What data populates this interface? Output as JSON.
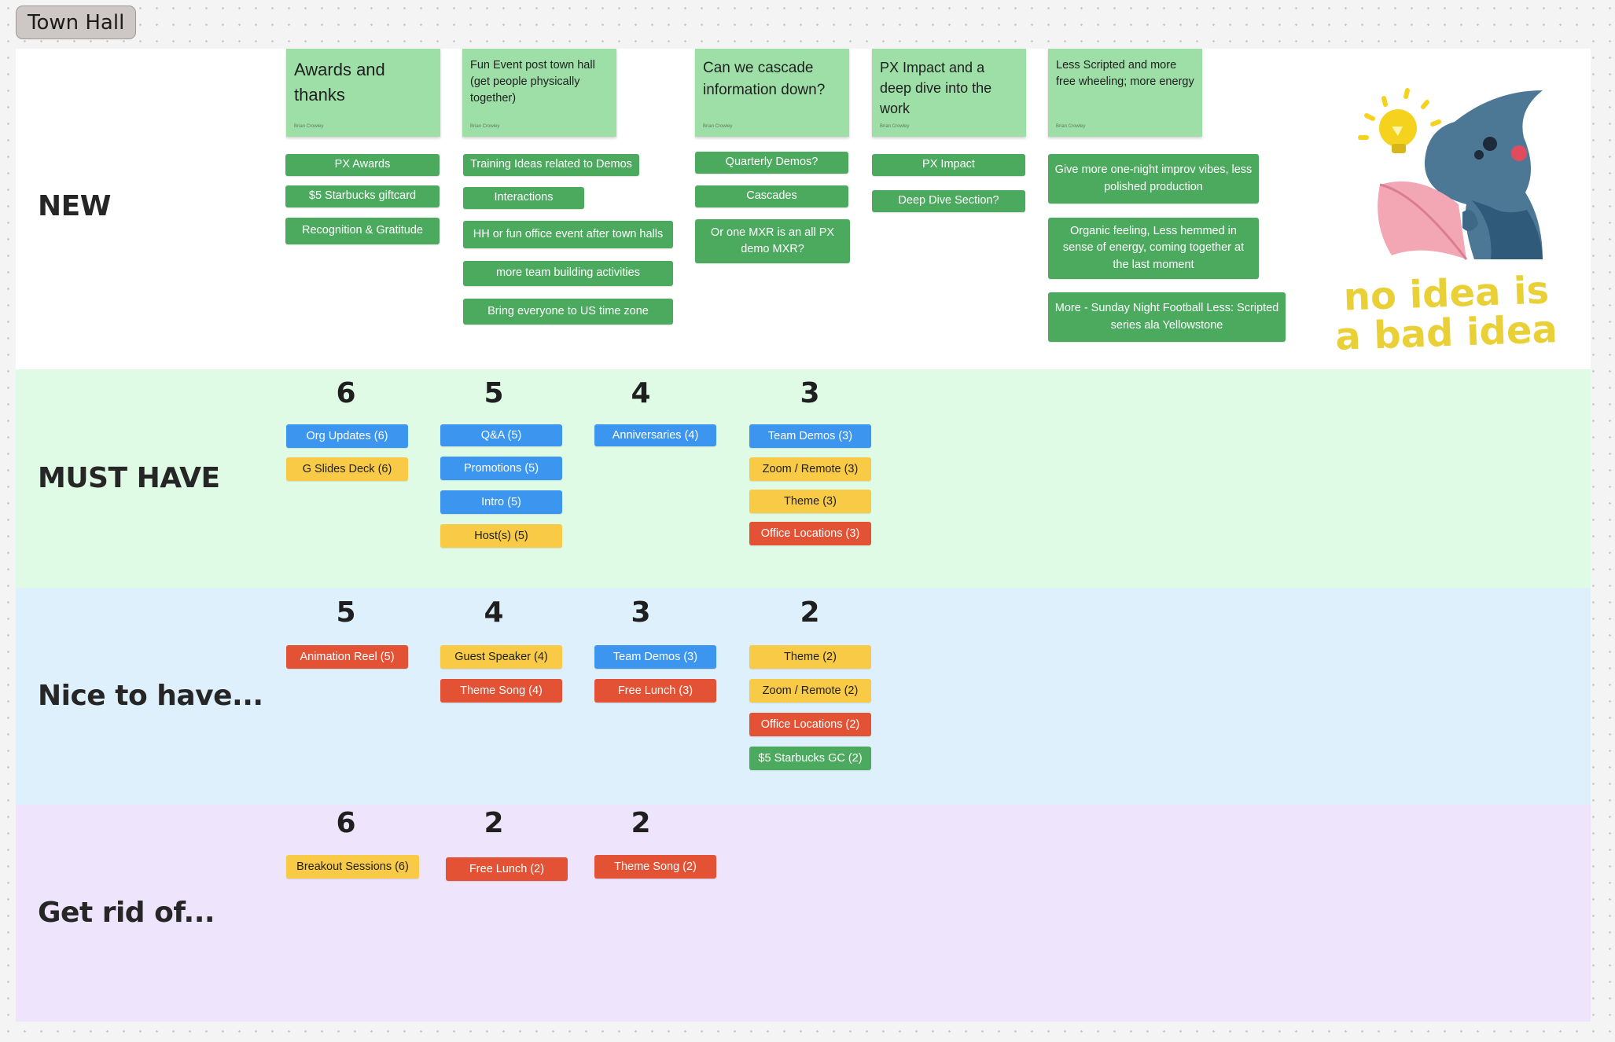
{
  "board": {
    "title": "Town Hall"
  },
  "sections": {
    "new": {
      "label": "NEW",
      "stickies": [
        {
          "text": "Awards and thanks",
          "author": "Brian Crowley"
        },
        {
          "text": "Fun Event post town hall (get people physically together)",
          "author": "Brian Crowley"
        },
        {
          "text": "Can we cascade information down?",
          "author": "Brian Crowley"
        },
        {
          "text": "PX Impact and a deep dive into the work",
          "author": "Brian Crowley"
        },
        {
          "text": "Less Scripted and more free wheeling; more energy",
          "author": "Brian Crowley"
        }
      ],
      "tags": [
        "PX Awards",
        "$5 Starbucks giftcard",
        "Recognition & Gratitude",
        "Training Ideas related to Demos",
        "Interactions",
        "HH or fun office event after town halls",
        "more team building activities",
        "Bring everyone to US time zone",
        "Quarterly Demos?",
        "Cascades",
        "Or one MXR is an all PX demo MXR?",
        "PX Impact",
        "Deep Dive Section?",
        "Give more one-night improv vibes, less polished production",
        "Organic feeling, Less hemmed in sense of energy, coming together at the last moment",
        "More - Sunday Night Football Less: Scripted series ala Yellowstone"
      ],
      "sticker": {
        "line1": "no idea is",
        "line2": "a bad idea"
      }
    },
    "must_have": {
      "label": "MUST HAVE",
      "counts": [
        "6",
        "5",
        "4",
        "3"
      ],
      "chips": [
        {
          "text": "Org Updates (6)",
          "color": "blue"
        },
        {
          "text": "G Slides Deck (6)",
          "color": "yellow"
        },
        {
          "text": "Q&A (5)",
          "color": "blue"
        },
        {
          "text": "Promotions (5)",
          "color": "blue"
        },
        {
          "text": "Intro (5)",
          "color": "blue"
        },
        {
          "text": "Host(s) (5)",
          "color": "yellow"
        },
        {
          "text": "Anniversaries (4)",
          "color": "blue"
        },
        {
          "text": "Team Demos (3)",
          "color": "blue"
        },
        {
          "text": "Zoom / Remote (3)",
          "color": "yellow"
        },
        {
          "text": "Theme (3)",
          "color": "yellow"
        },
        {
          "text": "Office Locations (3)",
          "color": "red"
        }
      ]
    },
    "nice_to_have": {
      "label": "Nice to have...",
      "counts": [
        "5",
        "4",
        "3",
        "2"
      ],
      "chips": [
        {
          "text": "Animation Reel (5)",
          "color": "red"
        },
        {
          "text": "Guest Speaker (4)",
          "color": "yellow"
        },
        {
          "text": "Theme Song (4)",
          "color": "red"
        },
        {
          "text": "Team Demos (3)",
          "color": "blue"
        },
        {
          "text": "Free Lunch (3)",
          "color": "red"
        },
        {
          "text": "Theme (2)",
          "color": "yellow"
        },
        {
          "text": "Zoom / Remote (2)",
          "color": "yellow"
        },
        {
          "text": "Office Locations (2)",
          "color": "red"
        },
        {
          "text": "$5 Starbucks GC (2)",
          "color": "green"
        }
      ]
    },
    "get_rid_of": {
      "label": "Get rid of...",
      "counts": [
        "6",
        "2",
        "2"
      ],
      "chips": [
        {
          "text": "Breakout Sessions (6)",
          "color": "yellow"
        },
        {
          "text": "Free Lunch (2)",
          "color": "red"
        },
        {
          "text": "Theme Song (2)",
          "color": "red"
        }
      ]
    }
  },
  "colors": {
    "new_bg": "#ffffff",
    "must_have_bg": "#dffbe6",
    "nice_to_have_bg": "#def0fb",
    "get_rid_of_bg": "#eee4fb",
    "sticky": "#9ddfa7",
    "tag_green": "#4caa5f",
    "chip_blue": "#3c96f0",
    "chip_yellow": "#f8ca45",
    "chip_red": "#e35234"
  }
}
